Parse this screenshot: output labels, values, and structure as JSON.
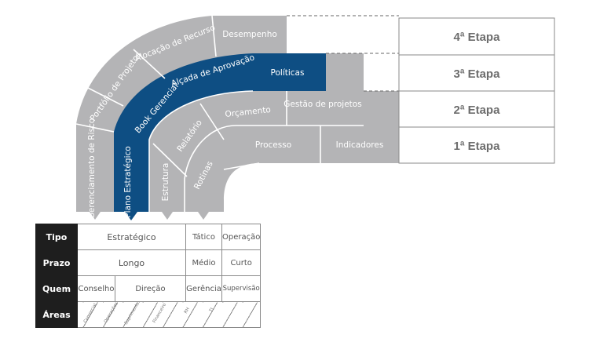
{
  "colors": {
    "gray": "#b4b4b6",
    "blue": "#0e4e83",
    "stage_border": "#8a8a8a",
    "stage_text": "#6d6d6d"
  },
  "arcs": {
    "outer": [
      "Gerenciamento de Risco",
      "Portfólio de Projetos",
      "Alocação de Recurso"
    ],
    "blue": [
      "Plano Estratégico",
      "Book Gerencial",
      "Alçada de Aprovação"
    ],
    "inner": [
      "Estrutura",
      "Relatório",
      "Orçamento"
    ],
    "innermost": [
      "Rotinas",
      "Processo"
    ]
  },
  "bars": {
    "desempenho": "Desempenho",
    "politicas": "Políticas",
    "gestao": "Gestão de projetos",
    "indicadores": "Indicadores"
  },
  "stages": [
    "4ª Etapa",
    "3ª Etapa",
    "2ª Etapa",
    "1ª Etapa"
  ],
  "table": {
    "rows": [
      "Tipo",
      "Prazo",
      "Quem",
      "Áreas"
    ],
    "tipo": [
      "Estratégico",
      "Tático",
      "Operação"
    ],
    "prazo": [
      "Longo",
      "Médio",
      "Curto"
    ],
    "quem": [
      "Conselho",
      "Direção",
      "Gerência",
      "Supervisão"
    ],
    "areas": [
      "Comercial",
      "Operações",
      "Suprimentos",
      "Financeiro",
      "RH",
      "TI"
    ]
  }
}
